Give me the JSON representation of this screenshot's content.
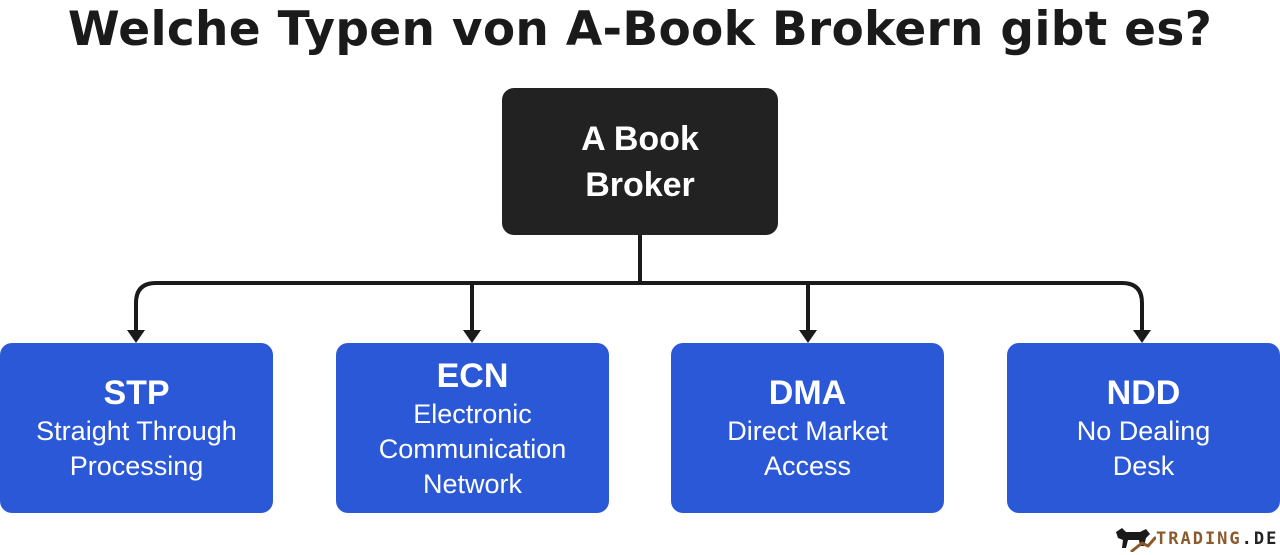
{
  "title": "Welche Typen von A-Book Brokern gibt es?",
  "root": {
    "label_line1": "A Book",
    "label_line2": "Broker"
  },
  "children": [
    {
      "abbr": "STP",
      "full": "Straight Through\nProcessing"
    },
    {
      "abbr": "ECN",
      "full": "Electronic\nCommunication\nNetwork"
    },
    {
      "abbr": "DMA",
      "full": "Direct Market\nAccess"
    },
    {
      "abbr": "NDD",
      "full": "No Dealing\nDesk"
    }
  ],
  "logo": {
    "text_main": "TRADING",
    "text_dot": ".DE",
    "icon": "bull-icon"
  },
  "colors": {
    "root_bg": "#222222",
    "child_bg": "#2a58d6",
    "logo_accent": "#8a5a2b"
  }
}
